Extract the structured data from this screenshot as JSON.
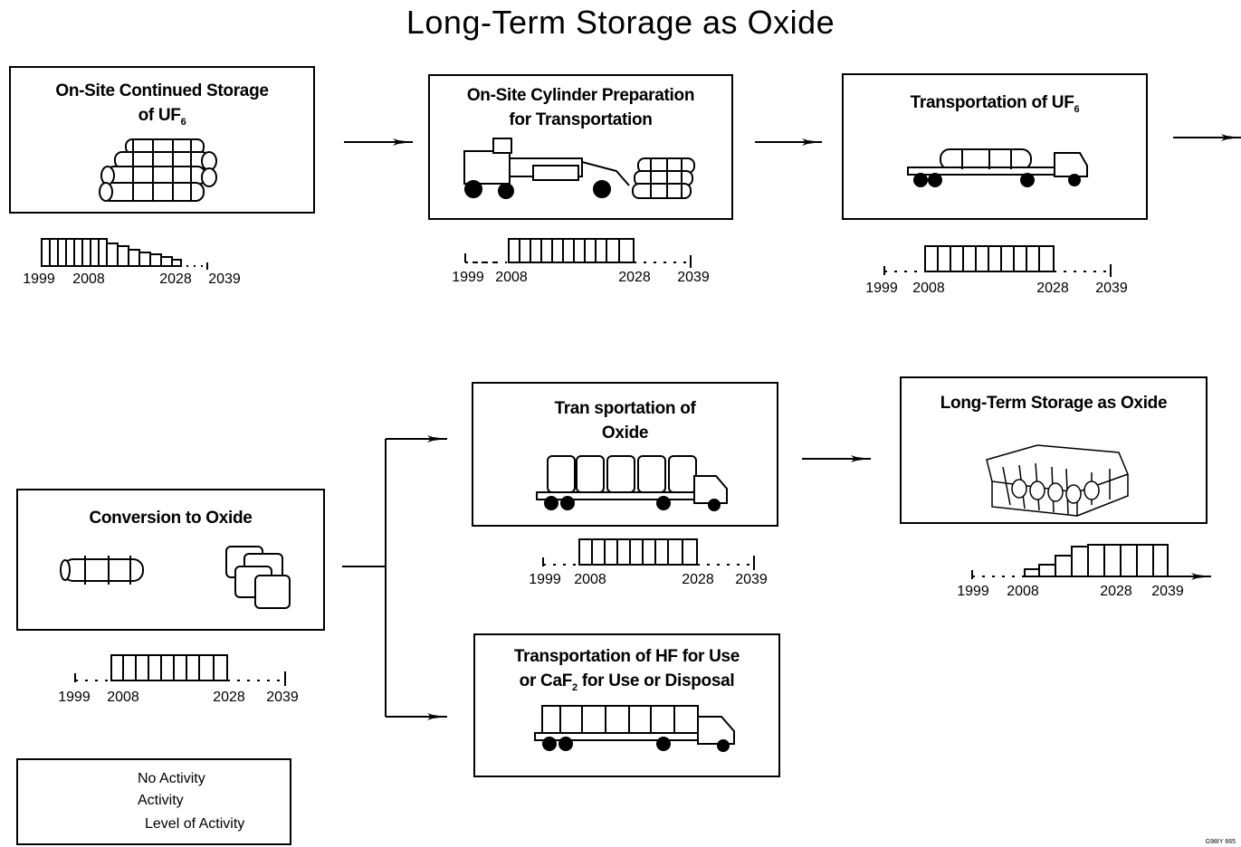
{
  "title": "Long-Term Storage as Oxide",
  "boxes": {
    "storage_uf6": {
      "line1": "On-Site Continued Storage",
      "line2": "of UF",
      "sub": "6"
    },
    "cylinder_prep": {
      "line1": "On-Site Cylinder Preparation",
      "line2": "for Transportation"
    },
    "transport_uf6": {
      "line1": "Transportation of UF",
      "sub": "6"
    },
    "conversion": {
      "line1": "Conversion to Oxide"
    },
    "transport_oxide": {
      "line1": "Tran sportation of",
      "line2": "Oxide"
    },
    "longterm": {
      "line1": "Long-Term Storage as Oxide"
    },
    "transport_hf": {
      "line1": "Transportation of HF for Use",
      "line2a": "or CaF",
      "sub": "2",
      "line2b": " for Use or Disposal"
    }
  },
  "timelines": {
    "storage_uf6": [
      "1999",
      "2008",
      "2028",
      "2039"
    ],
    "cylinder_prep": [
      "1999",
      "2008",
      "2028",
      "2039"
    ],
    "transport_uf6": [
      "1999",
      "2008",
      "2028",
      "2039"
    ],
    "conversion": [
      "1999",
      "2008",
      "2028",
      "2039"
    ],
    "transport_oxide": [
      "1999",
      "2008",
      "2028",
      "2039"
    ],
    "longterm": [
      "1999",
      "2008",
      "2028",
      "2039"
    ]
  },
  "legend": {
    "no_activity": "No Activity",
    "activity": "Activity",
    "level": "Level of Activity"
  },
  "footer": "G98IY 665"
}
